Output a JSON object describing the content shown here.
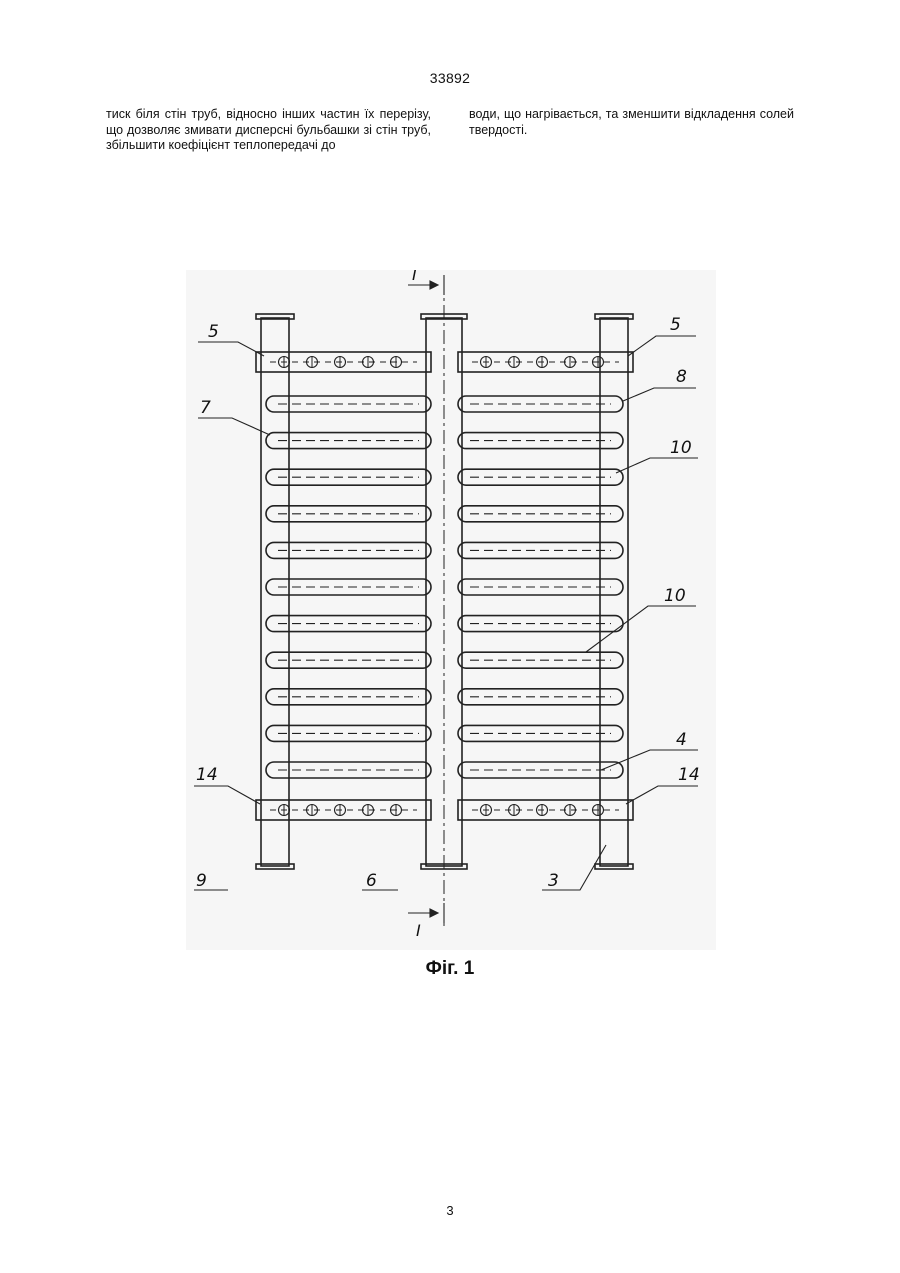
{
  "header": {
    "patent_number": "33892"
  },
  "body": {
    "left_column": "тиск біля стін труб, відносно інших частин їх перерізу, що дозволяє змивати дисперсні бульбашки зі стін труб, збільшити коефіцієнт теплопередачі до",
    "right_column": "води, що нагрівається, та зменшити відкладення солей твердості."
  },
  "figure": {
    "caption": "Фіг. 1",
    "section_mark": "I",
    "labels": {
      "collector_top_left": "5",
      "collector_top_right": "5",
      "tube_8": "8",
      "part_7": "7",
      "part_10_upper": "10",
      "part_10_lower": "10",
      "part_4": "4",
      "collector_bottom_left": "14",
      "collector_bottom_right": "14",
      "pipe_9": "9",
      "pipe_6": "6",
      "pipe_3": "3"
    }
  },
  "footer": {
    "page_number": "3"
  }
}
